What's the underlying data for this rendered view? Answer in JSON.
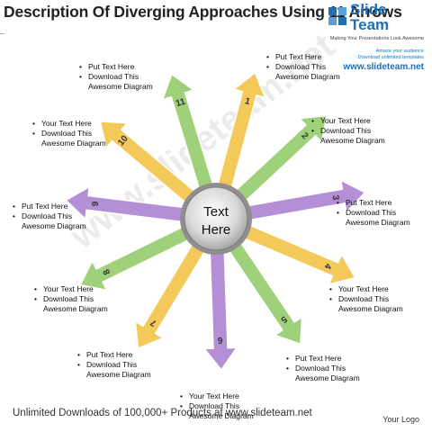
{
  "header": {
    "title": "Description Of Diverging Approaches Using 11 Arrows"
  },
  "logo": {
    "brand_line1": "Slide",
    "brand_line2": "Team",
    "tagline": "Making Your Presentations Look Awesome",
    "amaze": "Amaze your audience",
    "unlimited": "Download unlimited templates",
    "url": "www.slideteam.net"
  },
  "center": {
    "line1": "Text",
    "line2": "Here"
  },
  "arrows": [
    {
      "number": "1",
      "color": "#f3c95a"
    },
    {
      "number": "2",
      "color": "#9fd07a"
    },
    {
      "number": "3",
      "color": "#b58fd6"
    },
    {
      "number": "4",
      "color": "#f3c95a"
    },
    {
      "number": "5",
      "color": "#9fd07a"
    },
    {
      "number": "6",
      "color": "#b58fd6"
    },
    {
      "number": "7",
      "color": "#f3c95a"
    },
    {
      "number": "8",
      "color": "#9fd07a"
    },
    {
      "number": "9",
      "color": "#b58fd6"
    },
    {
      "number": "10",
      "color": "#f3c95a"
    },
    {
      "number": "11",
      "color": "#9fd07a"
    }
  ],
  "notes": [
    {
      "lines": [
        "Put Text  Here",
        "Download This",
        "Awesome Diagram"
      ]
    },
    {
      "lines": [
        "Put Text  Here",
        "Download This",
        "Awesome Diagram"
      ]
    },
    {
      "lines": [
        "Your Text Here",
        "Download This",
        "Awesome Diagram"
      ]
    },
    {
      "lines": [
        "Your Text Here",
        "Download This",
        "Awesome Diagram"
      ]
    },
    {
      "lines": [
        "Put Text  Here",
        "Download This",
        "Awesome Diagram"
      ]
    },
    {
      "lines": [
        "Put Text  Here",
        "Download This",
        "Awesome Diagram"
      ]
    },
    {
      "lines": [
        "Your Text Here",
        "Download This",
        "Awesome Diagram"
      ]
    },
    {
      "lines": [
        "Your Text Here",
        "Download This",
        "Awesome Diagram"
      ]
    },
    {
      "lines": [
        "Put Text  Here",
        "Download This",
        "Awesome Diagram"
      ]
    },
    {
      "lines": [
        "Put Text  Here",
        "Download This",
        "Awesome Diagram"
      ]
    },
    {
      "lines": [
        "Your Text Here",
        "Download This",
        "Awesome Diagram"
      ]
    }
  ],
  "footer": {
    "text": "Unlimited Downloads of 100,000+ Products at www.slideteam.net",
    "your_logo": "Your Logo"
  }
}
